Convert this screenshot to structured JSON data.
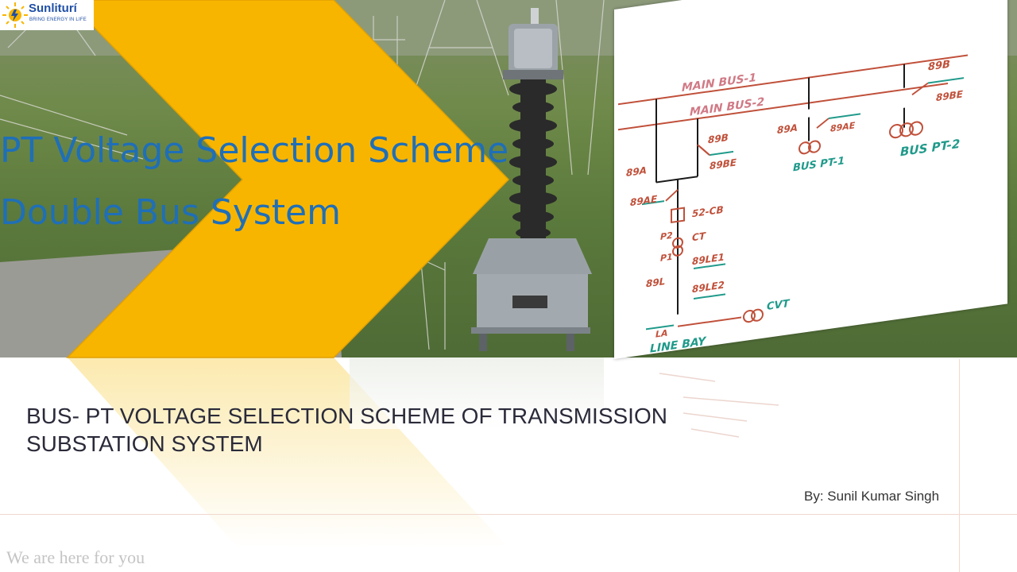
{
  "logo": {
    "name": "Sunliturí",
    "tagline": "BRING ENERGY IN LIFE"
  },
  "title": {
    "line1": "PT Voltage  Selection Scheme",
    "line2": "Double Bus System"
  },
  "diagram": {
    "labels": {
      "main_bus_1": "MAIN BUS-1",
      "main_bus_2": "MAIN BUS-2",
      "d89a": "89A",
      "d89b": "89B",
      "d89be": "89BE",
      "d89ae": "89AE",
      "cb": "52-CB",
      "p2": "P2",
      "p1": "P1",
      "ct": "CT",
      "d89le1": "89LE1",
      "d89l": "89L",
      "d89le2": "89LE2",
      "cvt": "CVT",
      "la": "LA",
      "line_bay": "LINE BAY",
      "b1_89a": "89A",
      "b1_89ae": "89AE",
      "bus_pt_1": "BUS PT-1",
      "b2_89b": "89B",
      "b2_89be": "89BE",
      "bus_pt_2": "BUS PT-2"
    }
  },
  "subtitle": "BUS- PT VOLTAGE SELECTION SCHEME OF TRANSMISSION SUBSTATION SYSTEM",
  "byline": "By: Sunil Kumar Singh",
  "footer": "We are here for you",
  "colors": {
    "accent_yellow": "#f8b500",
    "title_blue": "#1f6fb8",
    "pen_red": "#c0503a",
    "pen_teal": "#1f9a8a",
    "logo_blue": "#1f4fa6"
  }
}
